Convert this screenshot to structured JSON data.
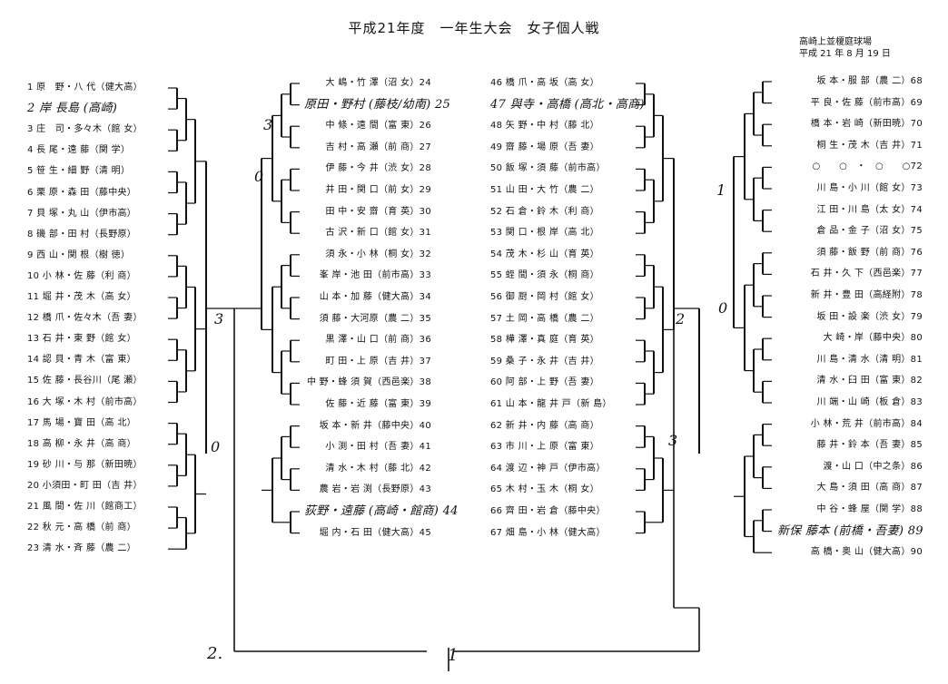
{
  "document": {
    "title": "平成21年度　一年生大会　女子個人戦",
    "venue": "高崎上並榎庭球場",
    "date": "平成 21 年 8 月 19 日"
  },
  "col1": [
    "1 原　野・八 代（健大高）",
    "2 岸  長島 (高崎)",
    "3 庄　司・多々木（館 女）",
    "4 長 尾・遠 藤（関 学）",
    "5 笹 生・細 野（清 明）",
    "6 栗 原・森 田（藤中央）",
    "7 貝 塚・丸 山（伊市高）",
    "8 磯 部・田 村（長野原）",
    "9 西 山・関 根（樹 徳）",
    "10 小 林・佐 藤（利 商）",
    "11 堀 井・茂 木（高 女）",
    "12 橋 爪・佐々木（吾 妻）",
    "13 石 井・東 野（館 女）",
    "14 認 貝・青 木（富 東）",
    "15 佐 藤・長谷川（尾 瀬）",
    "16 大 塚・木 村（前市高）",
    "17 馬 場・寶 田（高 北）",
    "18 高 柳・永 井（高 商）",
    "19 砂 川・与 那（新田暁）",
    "20 小須田・町 田（吉 井）",
    "21 風 間・佐 川（館商工）",
    "22 秋 元・高 橋（前 商）",
    "23 清 水・斉 藤（農 二）"
  ],
  "col2": [
    "大 嶋・竹 澤（沼 女）24",
    "原田・野村 (藤枝/幼南) 25",
    "中 條・遠 間（富 東）26",
    "吉 村・高 瀬（前 商）27",
    "伊 藤・今 井（渋 女）28",
    "井 田・関 口（前 女）29",
    "田 中・安 齋（育 英）30",
    "古 沢・新 口（館 女）31",
    "須 永・小 林（桐 女）32",
    "峯 岸・池 田（前市高）33",
    "山 本・加 藤（健大高）34",
    "須 藤・大河原（農 二）35",
    "黒 澤・山 口（前 商）36",
    "町 田・上 原（吉 井）37",
    "中 野・蜂 須 賀（西邑楽）38",
    "佐 藤・近 藤（富 東）39",
    "坂 本・新 井（藤中央）40",
    "小 渕・田 村（吾 妻）41",
    "清 水・木 村（藤 北）42",
    "農 岩・岩 渕（長野原）43",
    "荻野・遠藤 (高崎・館商) 44",
    "堀 内・石 田（健大高）45"
  ],
  "col3": [
    "46 橋 爪・高 坂（高 女）",
    "47 與寺・高橋 (高北・高商)",
    "48 矢 野・中 村（藤 北）",
    "49 齋 藤・場 原（吾 妻）",
    "50 飯 塚・須 藤（前市高）",
    "51 山 田・大 竹（農 二）",
    "52 石 倉・鈴 木（利 商）",
    "53 関 口・根 岸（高 北）",
    "54 茂 木・杉 山（育 英）",
    "55 蛭 間・須 永（桐 商）",
    "56 御 厨・岡 村（館 女）",
    "57 土 岡・高 橋（農 二）",
    "58 樺 澤・真 庭（育 英）",
    "59 桑 子・永 井（吉 井）",
    "60 阿 部・上 野（吾 妻）",
    "61 山 本・龍 井 戸（新 島）",
    "62 新 井・内 藤（高 商）",
    "63 市 川・上 原（富 東）",
    "64 渡 辺・神 戸（伊市高）",
    "65 木 村・玉 木（桐 女）",
    "66 齊 田・岩 倉（藤中央）",
    "67 畑 島・小 林（健大高）"
  ],
  "col4": [
    "坂 本・服 部（農 二）68",
    "平 良・佐 藤（前市高）69",
    "橋 本・岩 崎（新田暁）70",
    "桐 生・茂 木（吉 井）71",
    "○　　○　・　○　　○72",
    "川 島・小 川（館 女）73",
    "江 田・川 島（太 女）74",
    "倉 品・金 子（沼 女）75",
    "須 藤・飯 野（前 商）76",
    "石 井・久 下（西邑楽）77",
    "新 井・豊 田（高経附）78",
    "坂 田・設 楽（渋 女）79",
    "大 崎・岸（藤中央）80",
    "川 島・清 水（清 明）81",
    "清 水・臼 田（富 東）82",
    "川 端・山 崎（板 倉）83",
    "小 林・荒 井（前市高）84",
    "藤 井・鈴 本（吾 妻）85",
    "渡・山 口（中之条）86",
    "大 島・須 田（高 商）87",
    "中 谷・蜂 屋（関 学）88",
    "新保  藤本 (前橋・吾妻) 89",
    "高 橋・奥 山（健大高）90"
  ],
  "handwritten": {
    "score_3a": "3",
    "score_3b": "3",
    "score_2a": "2",
    "score_3c": "3",
    "score_0a": "0",
    "score_0b": "0",
    "score_1a": "1",
    "score_0c": "0",
    "bottom_2": "2.",
    "bottom_1": "1"
  }
}
